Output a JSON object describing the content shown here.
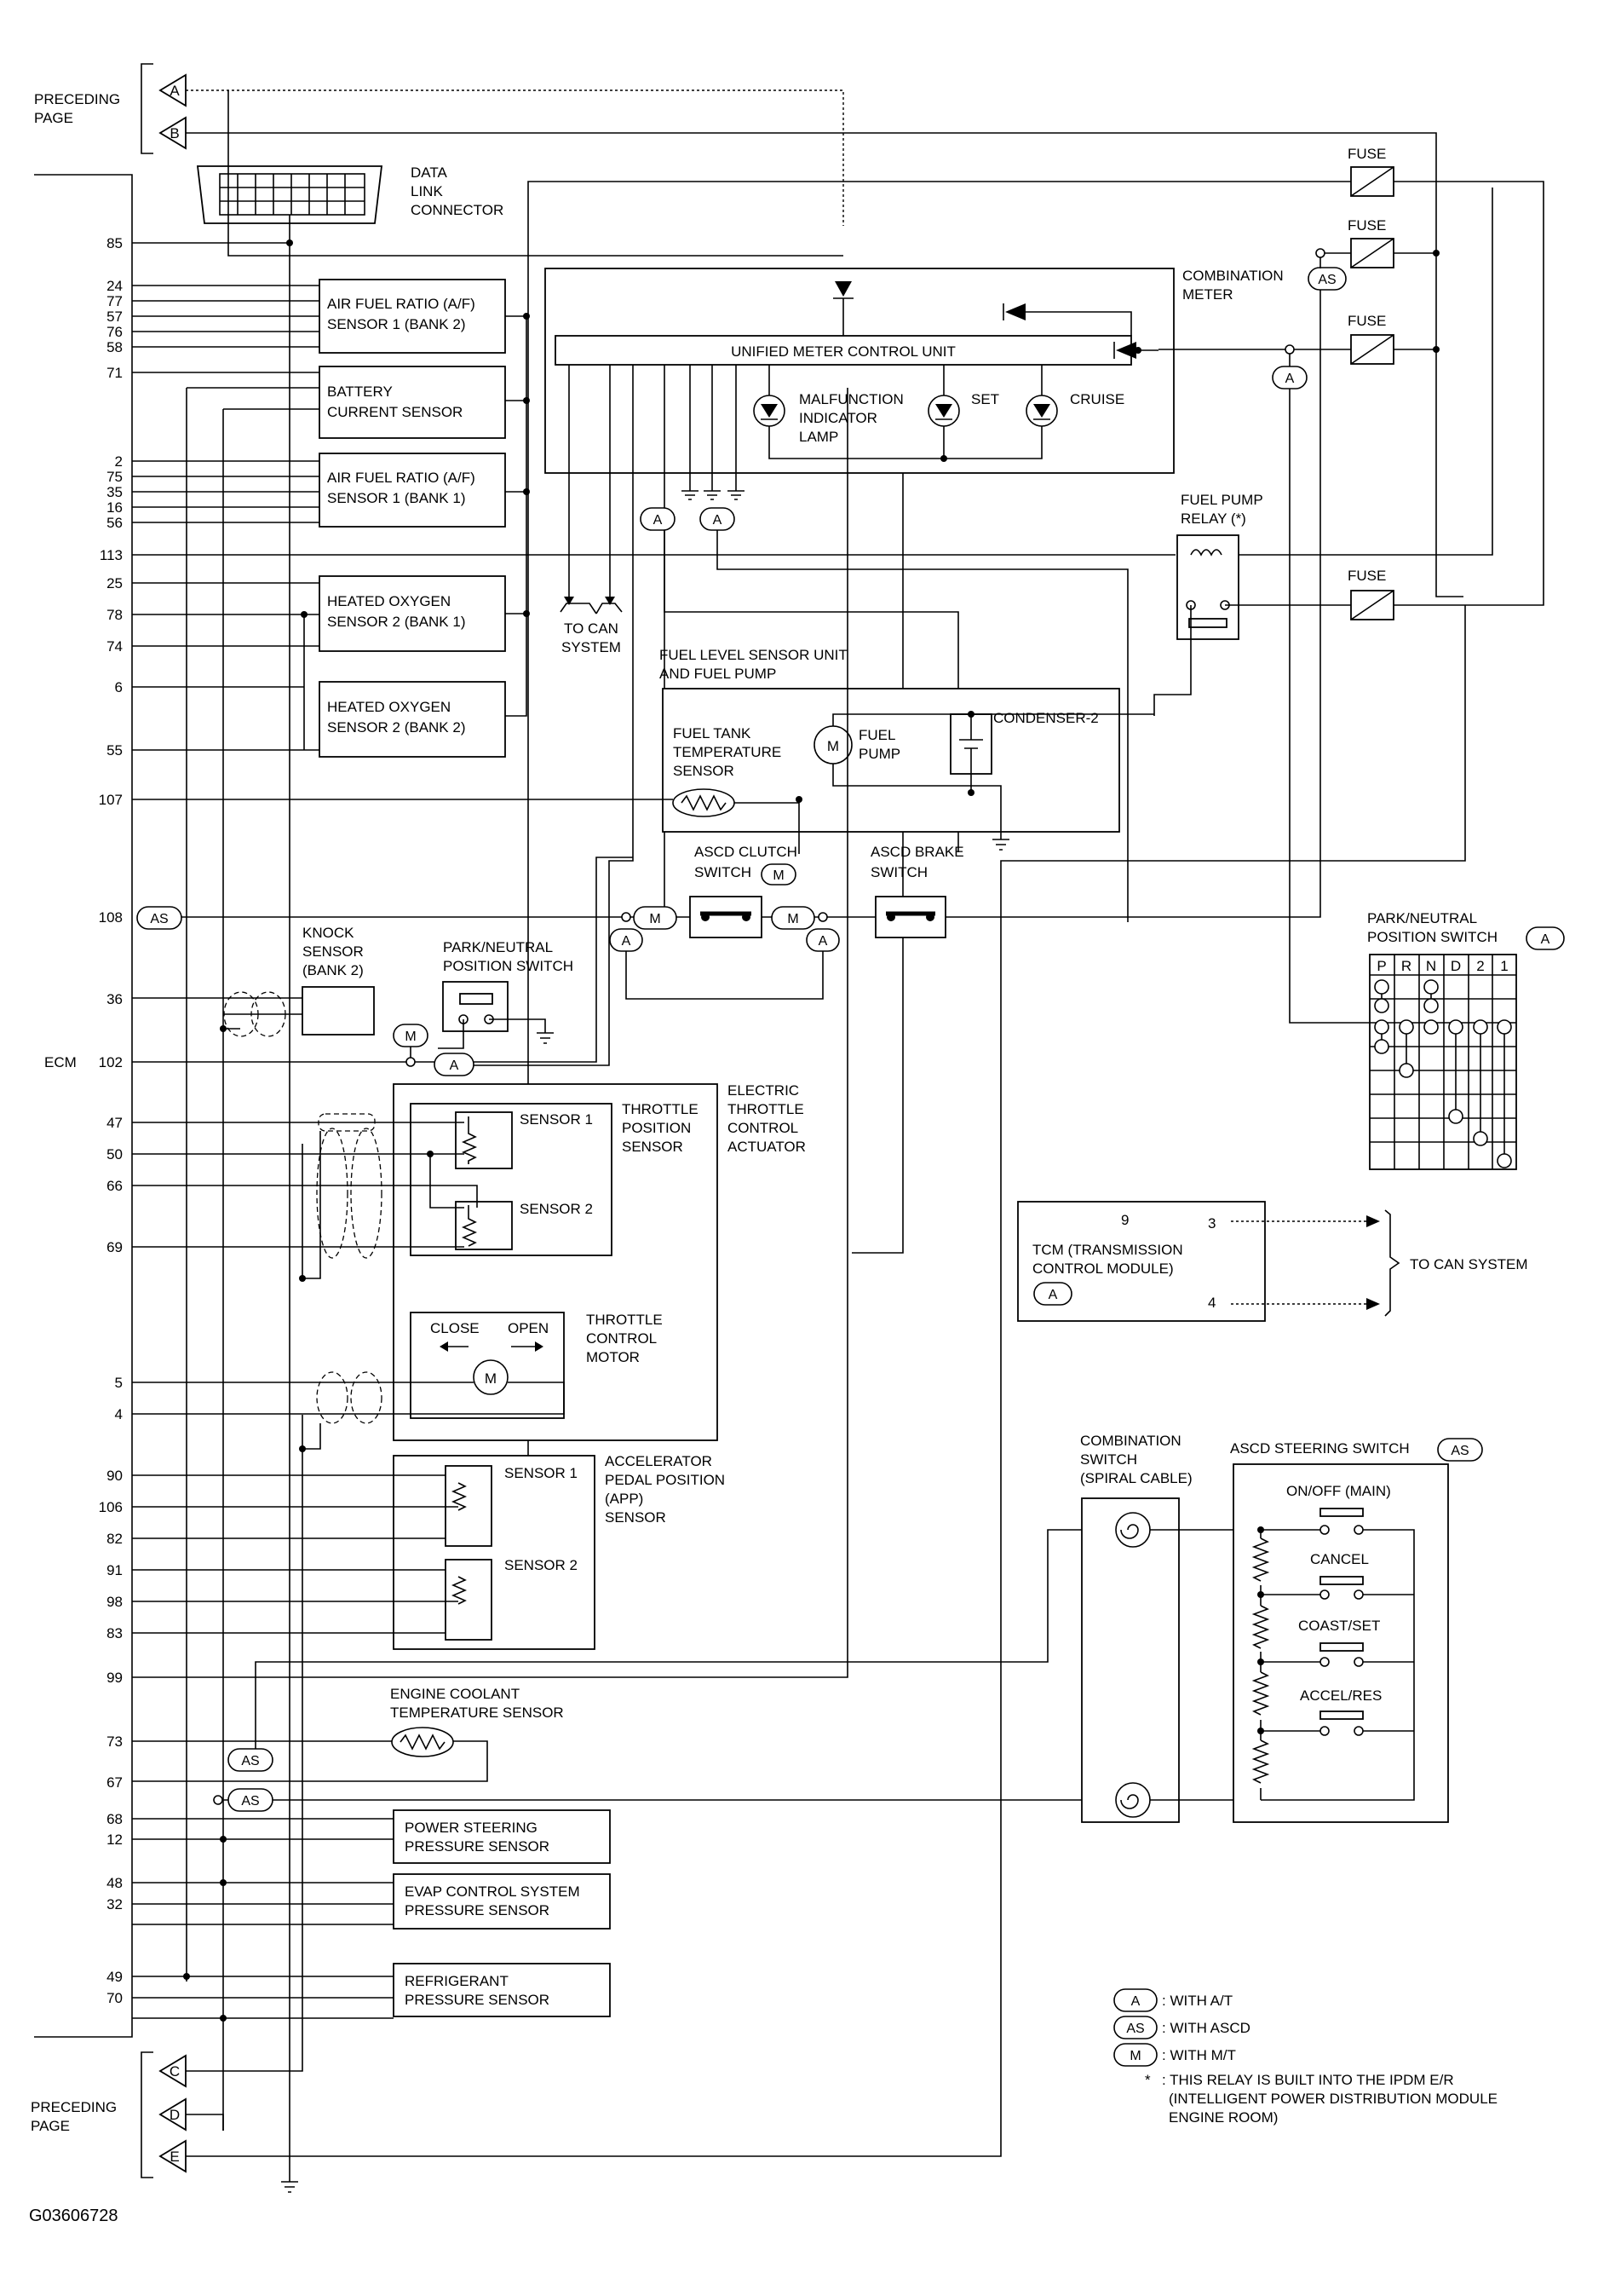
{
  "page_ref": {
    "preceding_page_top": [
      "PRECEDING",
      "PAGE"
    ],
    "preceding_page_bottom": [
      "PRECEDING",
      "PAGE"
    ],
    "connectors_top": [
      "A",
      "B"
    ],
    "connectors_bottom": [
      "C",
      "D",
      "E"
    ]
  },
  "ecm": {
    "label": "ECM",
    "pins": [
      "85",
      "24",
      "77",
      "57",
      "76",
      "58",
      "71",
      "2",
      "75",
      "35",
      "16",
      "56",
      "113",
      "25",
      "78",
      "74",
      "6",
      "55",
      "107",
      "108",
      "36",
      "102",
      "47",
      "50",
      "66",
      "69",
      "5",
      "4",
      "90",
      "106",
      "82",
      "91",
      "98",
      "83",
      "99",
      "73",
      "67",
      "68",
      "12",
      "48",
      "32",
      "49",
      "70"
    ]
  },
  "components": {
    "data_link_connector": [
      "DATA",
      "LINK",
      "CONNECTOR"
    ],
    "af_sensor_bank2": [
      "AIR FUEL RATIO (A/F)",
      "SENSOR 1 (BANK 2)"
    ],
    "battery_current_sensor": [
      "BATTERY",
      "CURRENT SENSOR"
    ],
    "af_sensor_bank1": [
      "AIR FUEL RATIO (A/F)",
      "SENSOR 1 (BANK 1)"
    ],
    "ho2s2_bank1": [
      "HEATED OXYGEN",
      "SENSOR 2 (BANK 1)"
    ],
    "ho2s2_bank2": [
      "HEATED OXYGEN",
      "SENSOR 2 (BANK 2)"
    ],
    "combination_meter": [
      "COMBINATION",
      "METER"
    ],
    "unified_meter": "UNIFIED METER CONTROL UNIT",
    "mil": [
      "MALFUNCTION",
      "INDICATOR",
      "LAMP"
    ],
    "set_lamp": "SET",
    "cruise_lamp": "CRUISE",
    "fuse": "FUSE",
    "fuel_pump_relay": [
      "FUEL PUMP",
      "RELAY (*)"
    ],
    "to_can_system_1": [
      "TO CAN",
      "SYSTEM"
    ],
    "fuel_level_unit": [
      "FUEL LEVEL SENSOR UNIT",
      "AND FUEL PUMP"
    ],
    "fuel_tank_temp": [
      "FUEL TANK",
      "TEMPERATURE",
      "SENSOR"
    ],
    "fuel_pump": [
      "FUEL",
      "PUMP"
    ],
    "condenser": "CONDENSER-2",
    "motor_symbol": "M",
    "ascd_clutch": [
      "ASCD CLUTCH",
      "SWITCH"
    ],
    "ascd_brake": [
      "ASCD BRAKE",
      "SWITCH"
    ],
    "knock_sensor": [
      "KNOCK",
      "SENSOR",
      "(BANK 2)"
    ],
    "pn_switch_mt": [
      "PARK/NEUTRAL",
      "POSITION SWITCH"
    ],
    "pn_switch_at": "PARK/NEUTRAL",
    "pn_switch_at_2": "POSITION SWITCH",
    "pn_columns": [
      "P",
      "R",
      "N",
      "D",
      "2",
      "1"
    ],
    "etc_actuator": [
      "ELECTRIC",
      "THROTTLE",
      "CONTROL",
      "ACTUATOR"
    ],
    "tps": [
      "THROTTLE",
      "POSITION",
      "SENSOR"
    ],
    "sensor1": "SENSOR 1",
    "sensor2": "SENSOR 2",
    "throttle_motor": [
      "THROTTLE",
      "CONTROL",
      "MOTOR"
    ],
    "close_open": [
      "CLOSE",
      "OPEN"
    ],
    "app_sensor": [
      "ACCELERATOR",
      "PEDAL POSITION",
      "(APP)",
      "SENSOR"
    ],
    "tcm": [
      "TCM (TRANSMISSION",
      "CONTROL MODULE)"
    ],
    "tcm_pins": [
      "9",
      "3",
      "4"
    ],
    "to_can_system_2": "TO CAN SYSTEM",
    "combination_switch": [
      "COMBINATION",
      "SWITCH",
      "(SPIRAL CABLE)"
    ],
    "ascd_steering": "ASCD STEERING SWITCH",
    "steering_items": [
      "ON/OFF (MAIN)",
      "CANCEL",
      "COAST/SET",
      "ACCEL/RES"
    ],
    "ect_sensor": [
      "ENGINE COOLANT",
      "TEMPERATURE SENSOR"
    ],
    "ps_sensor": [
      "POWER STEERING",
      "PRESSURE SENSOR"
    ],
    "evap_sensor": [
      "EVAP CONTROL SYSTEM",
      "PRESSURE SENSOR"
    ],
    "refrigerant_sensor": [
      "REFRIGERANT",
      "PRESSURE SENSOR"
    ]
  },
  "tags": {
    "A": "A",
    "AS": "AS",
    "M": "M"
  },
  "legend": {
    "at": ": WITH A/T",
    "ascd": ": WITH ASCD",
    "mt": ": WITH M/T",
    "star": "*",
    "note": [
      ": THIS RELAY IS BUILT INTO THE IPDM E/R",
      "(INTELLIGENT POWER DISTRIBUTION MODULE",
      "ENGINE ROOM)"
    ]
  },
  "figure_id": "G03606728"
}
